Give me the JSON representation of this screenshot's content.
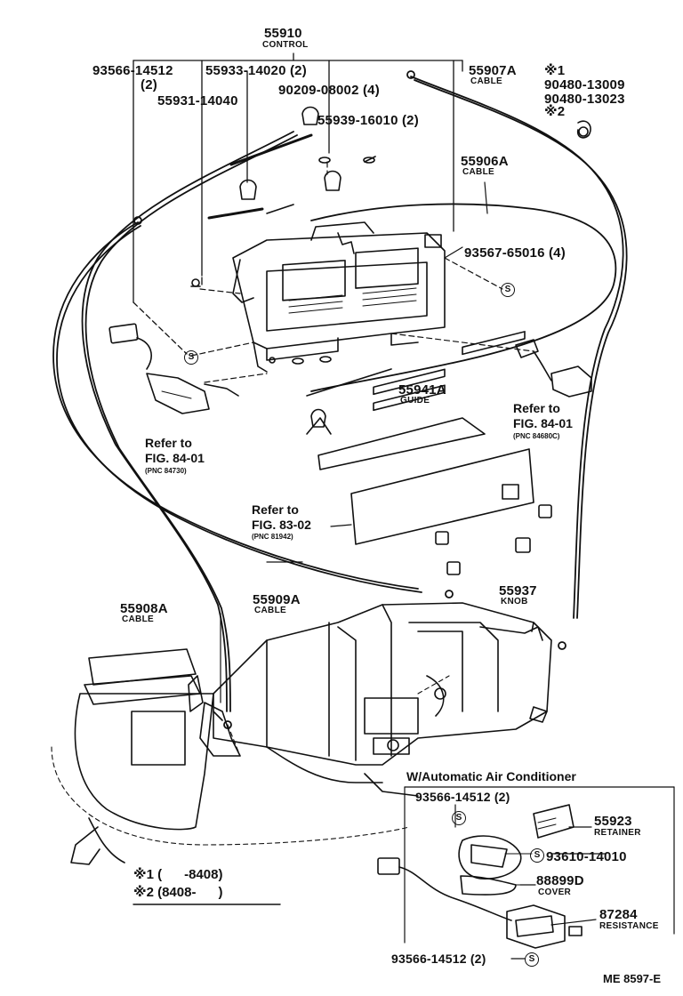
{
  "labels": {
    "control_pn": "55910",
    "control_name": "CONTROL",
    "screw_a_pn": "93566-14512",
    "screw_a_qty": "(2)",
    "part_55933": "55933-14020 (2)",
    "part_55931": "55931-14040",
    "part_90209": "90209-08002 (4)",
    "part_55939": "55939-16010 (2)",
    "cable_a_pn": "55907A",
    "cable_a_name": "CABLE",
    "note1_mark": "※1",
    "note1_pn": "90480-13009",
    "note1b_pn": "90480-13023",
    "note2_mark": "※2",
    "cable_b_pn": "55906A",
    "cable_b_name": "CABLE",
    "screw_b_pn": "93567-65016 (4)",
    "guide_pn": "55941A",
    "guide_name": "GUIDE",
    "ref_84_01_left_1": "Refer to",
    "ref_84_01_left_2": "FIG. 84-01",
    "ref_84_01_left_pnc": "(PNC 84730)",
    "ref_84_01_right_1": "Refer to",
    "ref_84_01_right_2": "FIG. 84-01",
    "ref_84_01_right_pnc": "(PNC 84680C)",
    "ref_83_02_1": "Refer to",
    "ref_83_02_2": "FIG. 83-02",
    "ref_83_02_pnc": "(PNC 81942)",
    "cable_c_pn": "55908A",
    "cable_c_name": "CABLE",
    "cable_d_pn": "55909A",
    "cable_d_name": "CABLE",
    "knob_pn": "55937",
    "knob_name": "KNOB",
    "auto_ac_header": "W/Automatic Air Conditioner",
    "auto_screw_top": "93566-14512 (2)",
    "retainer_pn": "55923",
    "retainer_name": "RETAINER",
    "part_93610": "93610-14010",
    "cover_pn": "88899D",
    "cover_name": "COVER",
    "resistance_pn": "87284",
    "resistance_name": "RESISTANCE",
    "auto_screw_bottom": "93566-14512 (2)",
    "legend_1": "※1 (      -8408)",
    "legend_2": "※2 (8408-      )",
    "drawing_code": "ME 8597-E"
  },
  "symbols": {
    "screw_marker": "S"
  }
}
